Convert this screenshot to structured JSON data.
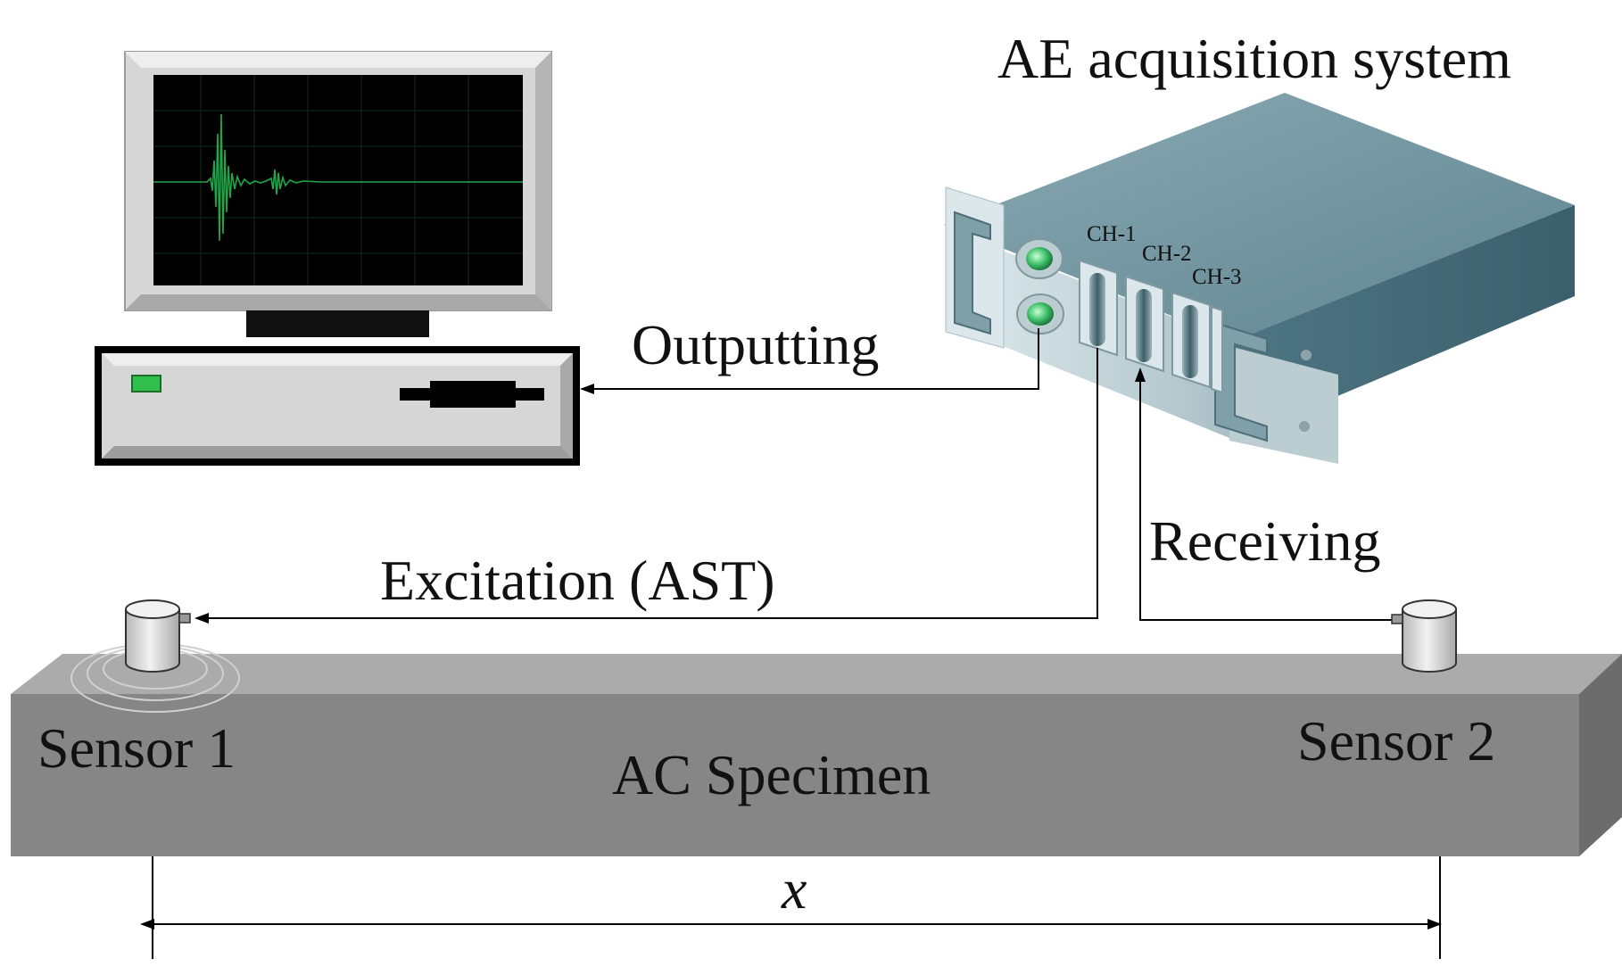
{
  "title": "AE acquisition system",
  "channels": [
    "CH-1",
    "CH-2",
    "CH-3"
  ],
  "arrows": {
    "outputting": "Outputting",
    "excitation": "Excitation (AST)",
    "receiving": "Receiving"
  },
  "specimen": {
    "label": "AC Specimen",
    "sensor1": "Sensor 1",
    "sensor2": "Sensor 2",
    "distance_symbol": "x"
  },
  "colors": {
    "specimen_face": "#868686",
    "specimen_top": "#ababab",
    "acq_box": "#5f8a96",
    "screen": "#000000",
    "signal": "#1fa84a",
    "led": "#3fc06a"
  }
}
